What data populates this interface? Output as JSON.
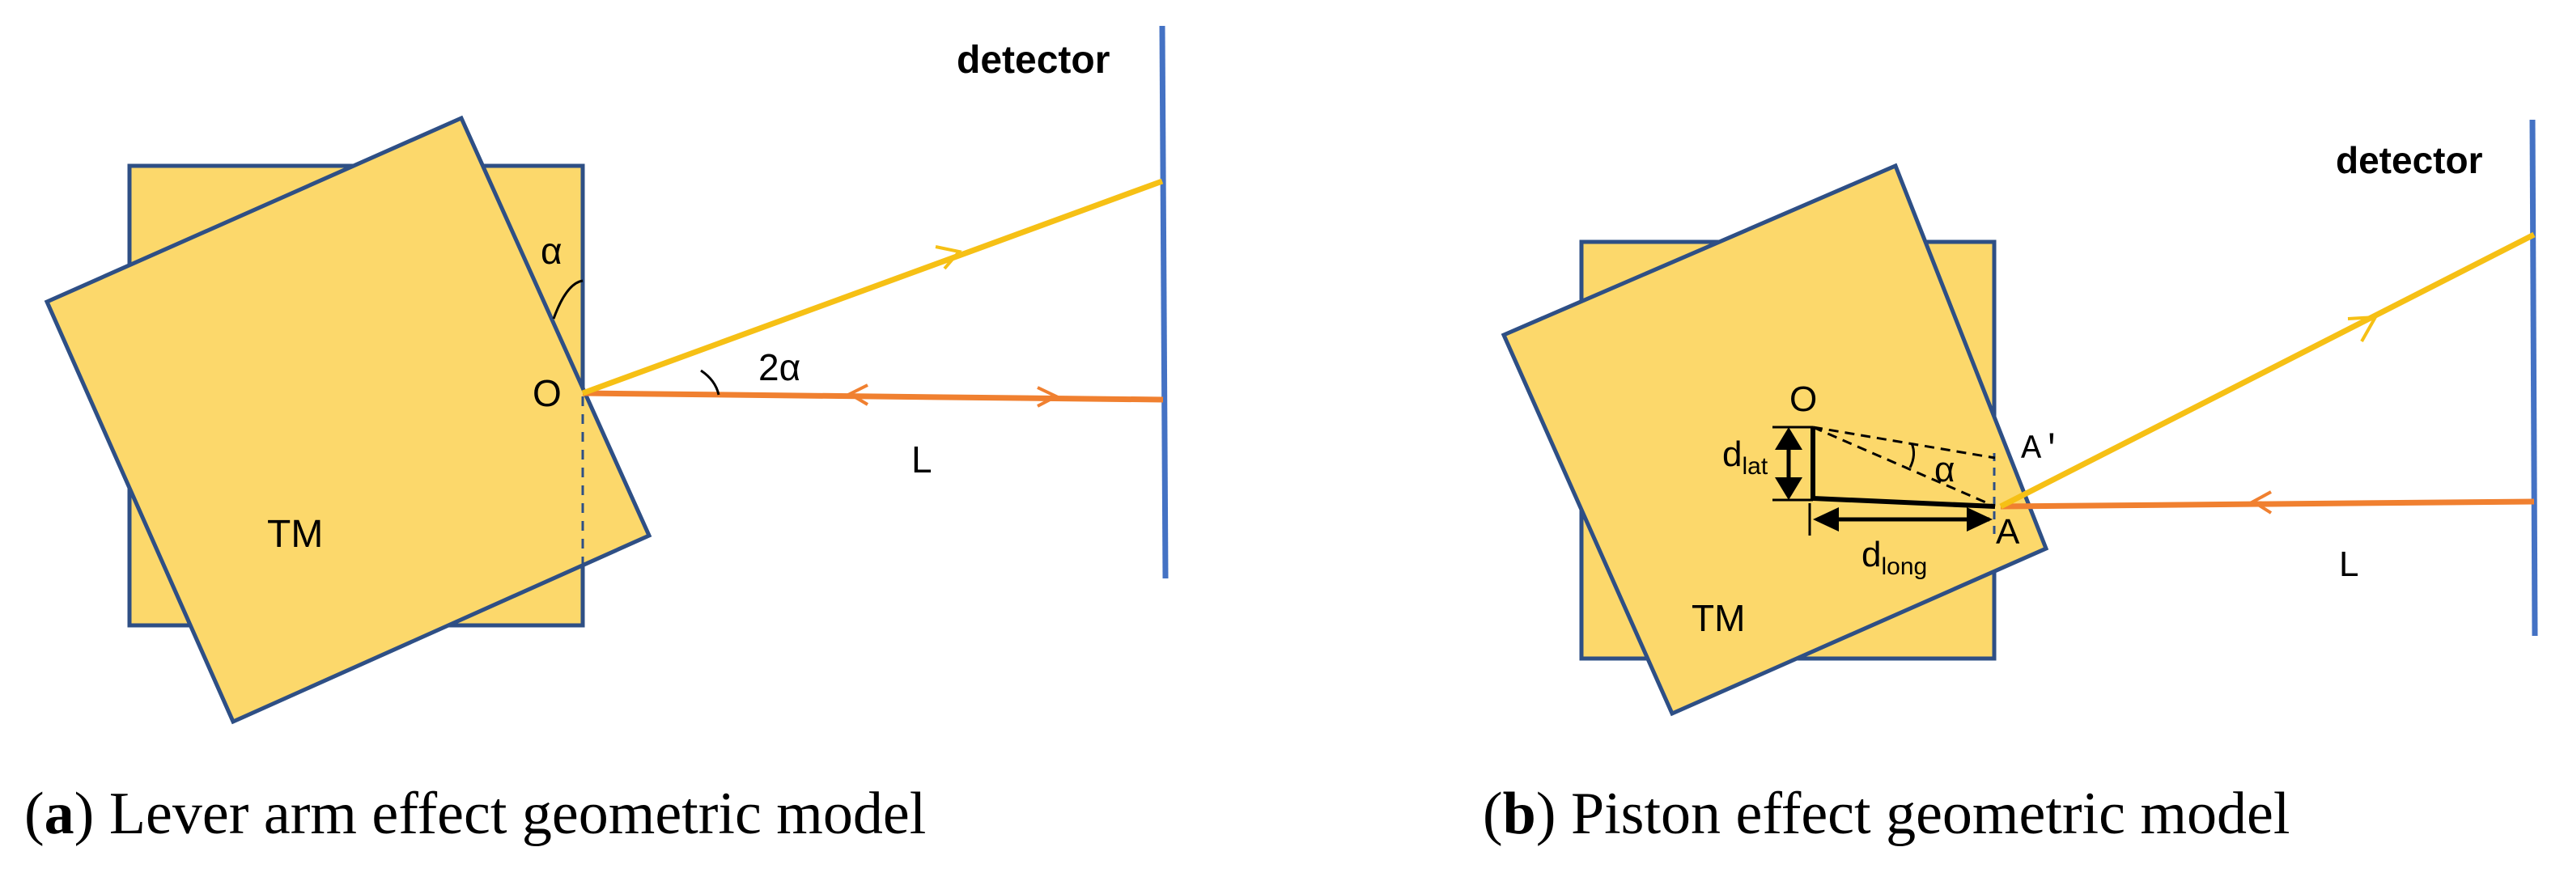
{
  "colors": {
    "tm_fill": "#fcd86b",
    "tm_stroke": "#2e4f85",
    "incident_beam": "#f08030",
    "reflected_beam": "#f6c015",
    "detector": "#4472c4",
    "annotation": "#000000"
  },
  "panel_a": {
    "detector_label": "detector",
    "tm_label": "TM",
    "pivot_label": "O",
    "angle_label": "α",
    "reflection_angle_label": "2α",
    "distance_label": "L",
    "caption_letter": "a",
    "caption_text": " Lever arm effect geometric model"
  },
  "panel_b": {
    "detector_label": "detector",
    "tm_label": "TM",
    "pivot_label": "O",
    "point_a_label": "A",
    "point_a_prime_label": "A'",
    "angle_label": "α",
    "d_lat_main": "d",
    "d_lat_sub": "lat",
    "d_long_main": "d",
    "d_long_sub": "long",
    "distance_label": "L",
    "caption_letter": "b",
    "caption_text": " Piston effect geometric model"
  },
  "icons": {
    "beam_arrowheads": "chevron-arrow-icon",
    "dimension_arrows": "double-headed-arrow-icon"
  }
}
